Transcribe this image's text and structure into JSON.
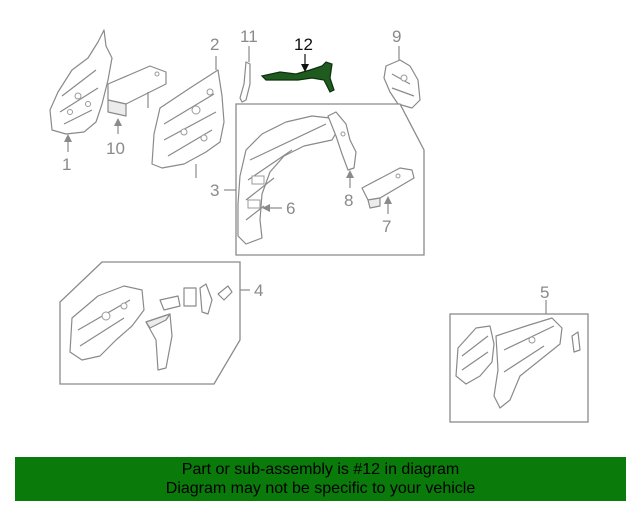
{
  "callouts": {
    "c1": "1",
    "c2": "2",
    "c3": "3",
    "c4": "4",
    "c5": "5",
    "c6": "6",
    "c7": "7",
    "c8": "8",
    "c9": "9",
    "c10": "10",
    "c11": "11",
    "c12": "12"
  },
  "colors": {
    "highlight": "#1f5a1f",
    "banner": "#0a7a0a",
    "stroke": "#8a8a8a"
  },
  "banner": {
    "line1": "Part or sub-assembly is #12 in diagram",
    "line2": "Diagram may not be specific to your vehicle"
  }
}
